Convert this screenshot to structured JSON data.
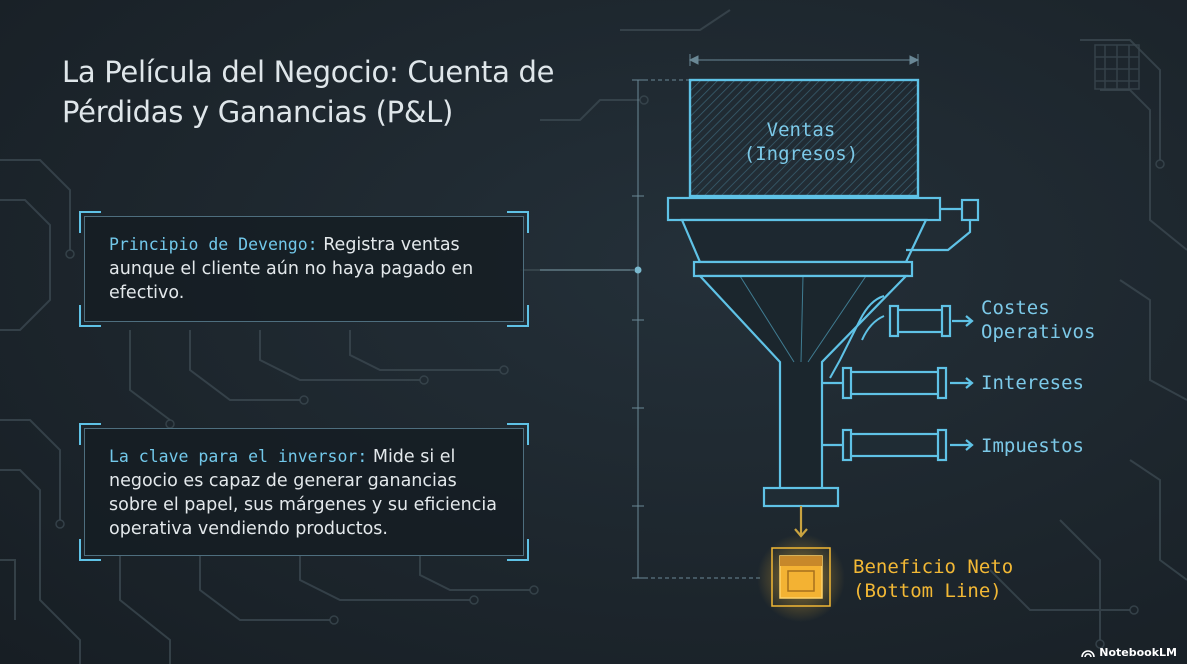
{
  "title": "La Película del Negocio: Cuenta de Pérdidas y Ganancias (P&L)",
  "callouts": [
    {
      "key": "Principio de Devengo:",
      "text": " Registra ventas aunque el cliente aún no haya pagado en efectivo."
    },
    {
      "key": "La clave para el inversor:",
      "text": " Mide si el negocio es capaz de generar ganancias sobre el papel, sus márgenes y su eficiencia operativa vendiendo productos."
    }
  ],
  "funnel": {
    "input_label_line1": "Ventas",
    "input_label_line2": "(Ingresos)",
    "outflows": [
      {
        "line1": "Costes",
        "line2": "Operativos"
      },
      {
        "line1": "Intereses"
      },
      {
        "line1": "Impuestos"
      }
    ],
    "output_label_line1": "Beneficio Neto",
    "output_label_line2": "(Bottom Line)"
  },
  "colors": {
    "background": "#1c252c",
    "line": "#5fc2e6",
    "highlight": "#f2b835",
    "text": "#dfe6ea"
  },
  "brand": {
    "name": "NotebookLM",
    "icon": "notebooklm-logo-icon"
  }
}
